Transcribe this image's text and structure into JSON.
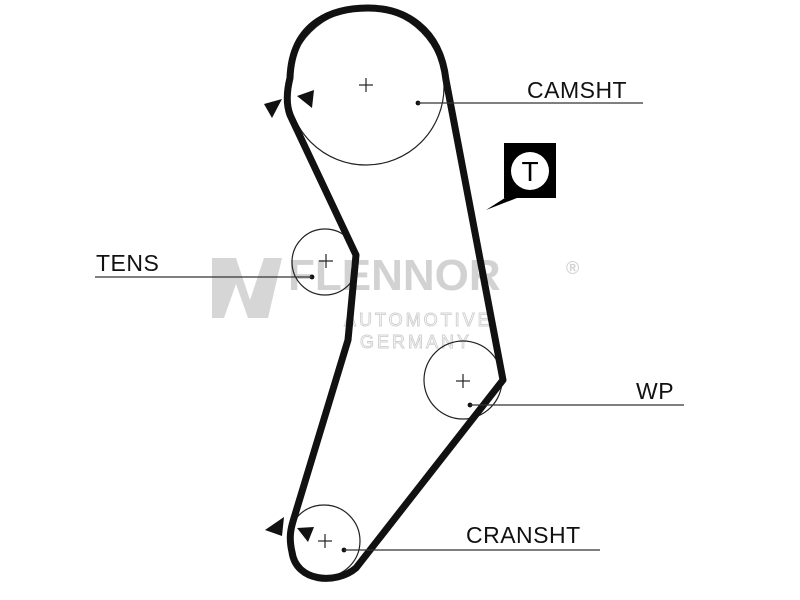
{
  "diagram": {
    "labels": {
      "camshaft": "CAMSHT",
      "tensioner": "TENS",
      "water_pump": "WP",
      "crankshaft": "CRANSHT"
    },
    "timing_mark_symbol": "T",
    "watermark": {
      "brand": "FLENNOR",
      "registered": "®",
      "line1": "AUTOMOTIVE",
      "line2": "GERMANY"
    }
  }
}
